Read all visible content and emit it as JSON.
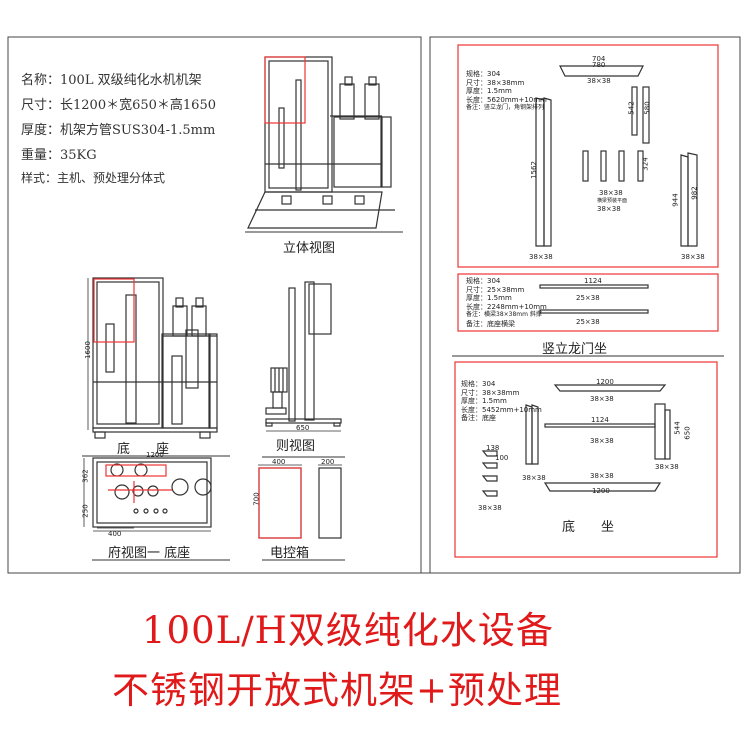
{
  "specs": {
    "name": "名称：100L 双级纯化水机机架",
    "size": "尺寸：长1200＊宽650＊高1650",
    "thickness": "厚度：机架方管SUS304-1.5mm",
    "weight": "重量：35KG",
    "style": "样式：主机、预处理分体式"
  },
  "view_labels": {
    "iso": "立体视图",
    "base": "底　　座",
    "side": "则视图",
    "top": "府视图一 底座",
    "control": "电控箱"
  },
  "dims": {
    "base_h": "1600",
    "side_w": "650",
    "top_w": "1200",
    "top_h1": "362",
    "top_h2": "250",
    "top_w2": "400",
    "ctrl_w1": "400",
    "ctrl_w2": "200",
    "ctrl_h": "700"
  },
  "panel_upright": {
    "notes": [
      "规格：304",
      "尺寸：38×38mm",
      "厚度：1.5mm",
      "长度：5620mm+10mm",
      "备注：竖立龙门，角钢架排列"
    ],
    "dims": [
      "704",
      "780",
      "38×38",
      "542",
      "580",
      "1562",
      "38×38",
      "324",
      "38×38",
      "944",
      "982",
      "38×38",
      "38×38"
    ],
    "small_note": "横梁预装平面"
  },
  "panel_gantry": {
    "notes": [
      "规格：304",
      "尺寸：25×38mm",
      "厚度：1.5mm",
      "长度：2248mm+10mm",
      "备注：横梁38×38mm 斜撑",
      "备注：底座横梁"
    ],
    "dims": [
      "1124",
      "25×38",
      "25×38"
    ],
    "label": "竖立龙门坐"
  },
  "panel_base": {
    "notes": [
      "规格：304",
      "尺寸：38×38mm",
      "厚度：1.5mm",
      "长度：5452mm+10mm",
      "备注：底座"
    ],
    "dims": [
      "1200",
      "38×38",
      "1124",
      "38×38",
      "138",
      "100",
      "38×38",
      "38×38",
      "1200",
      "38×38",
      "544",
      "650",
      "38×38"
    ],
    "label": "底　　坐"
  },
  "title": {
    "line1": "100L/H双级纯化水设备",
    "line2": "不锈钢开放式机架+预处理"
  }
}
